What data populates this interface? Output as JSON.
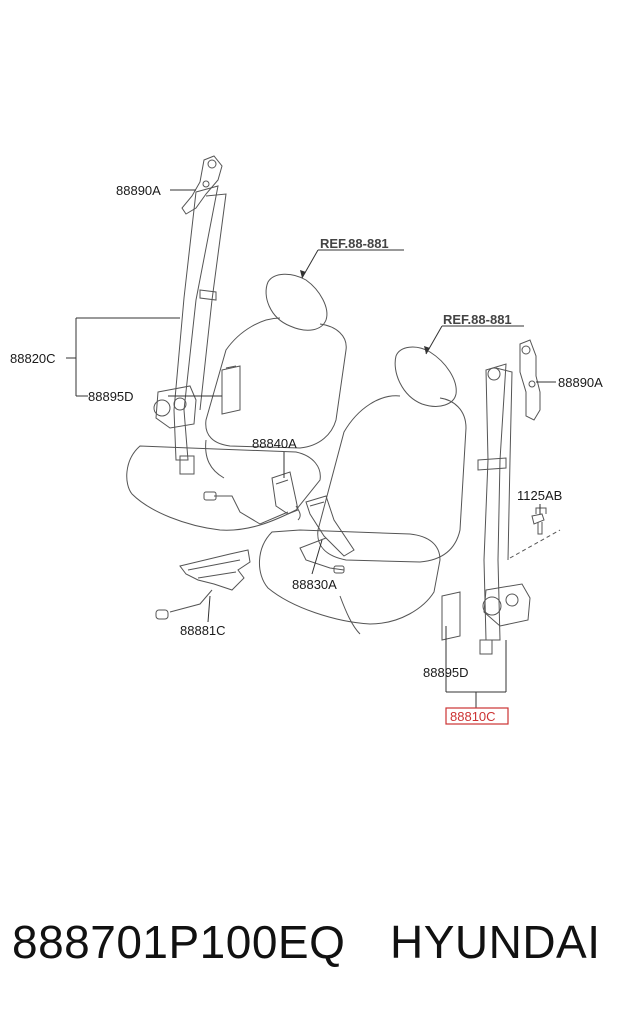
{
  "diagram": {
    "refs": [
      "REF.88-881",
      "REF.88-881"
    ],
    "labels": {
      "upper_left_anchor": "88890A",
      "left_belt_assy": "88820C",
      "left_retractor_cover": "88895D",
      "left_buckle": "88840A",
      "right_buckle": "88830A",
      "sensor": "88881C",
      "upper_right_anchor": "88890A",
      "bolt": "1125AB",
      "right_retractor_cover": "88895D",
      "right_belt_assy": "88810C"
    },
    "highlight_color": "#cc3333"
  },
  "footer": {
    "part_number": "888701P100EQ",
    "brand": "HYUNDAI"
  }
}
